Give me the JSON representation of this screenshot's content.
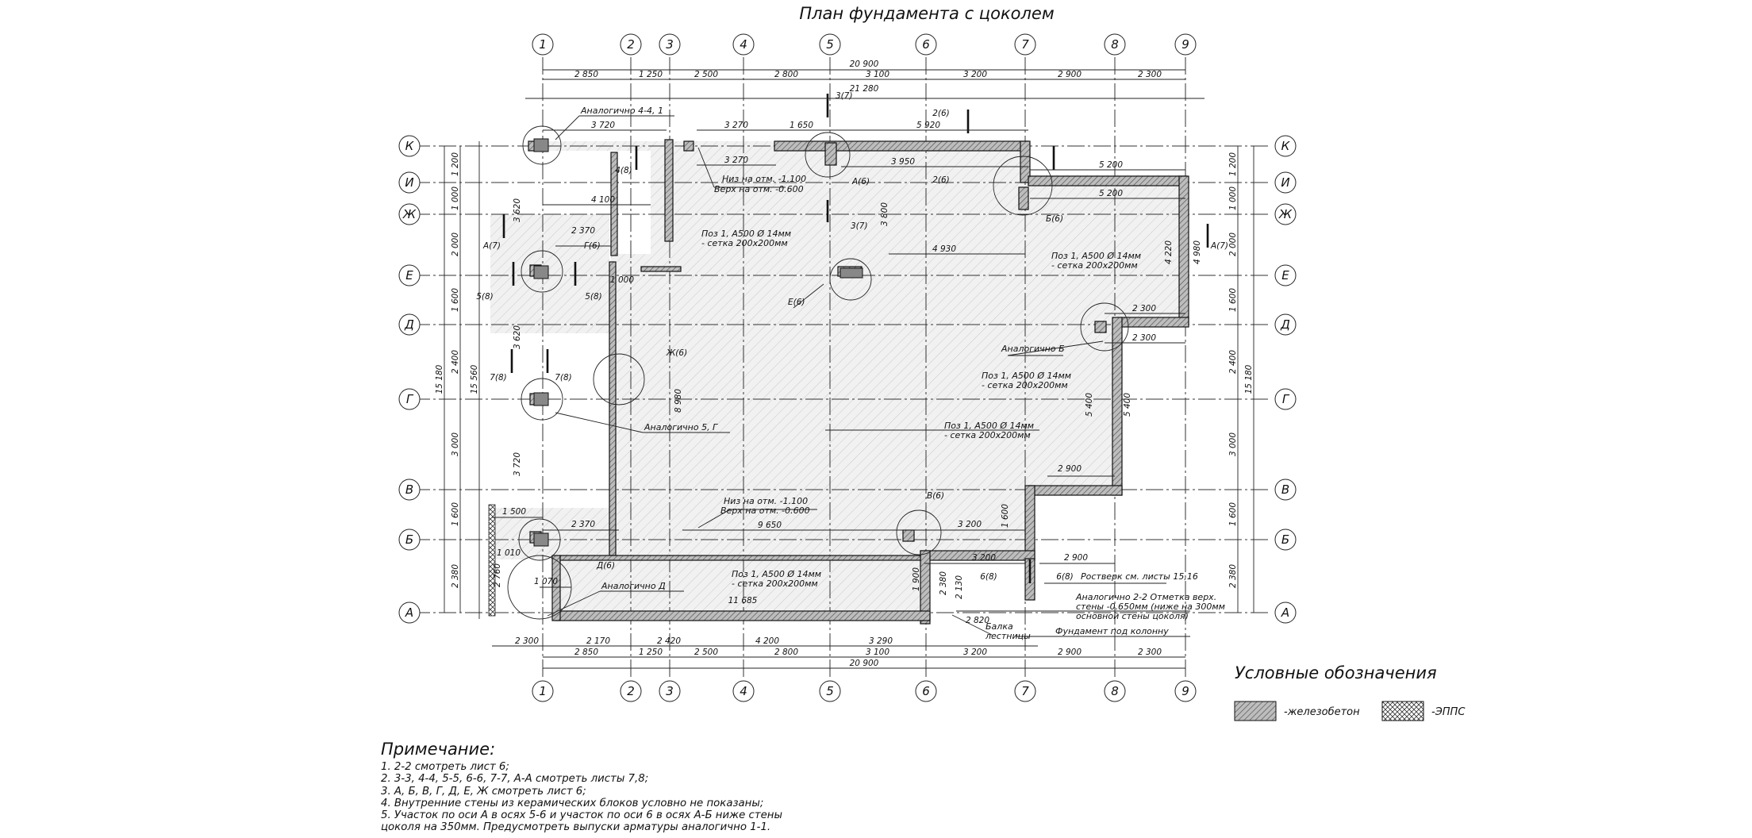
{
  "title": "План фундамента с цоколем",
  "axes_x": [
    "1",
    "2",
    "3",
    "4",
    "5",
    "6",
    "7",
    "8",
    "9"
  ],
  "axes_y": [
    "К",
    "И",
    "Ж",
    "Е",
    "Д",
    "Г",
    "В",
    "Б",
    "А"
  ],
  "dims_top": {
    "overall": "20 900",
    "spans": [
      "2 850",
      "1 250",
      "2 500",
      "2 800",
      "3 100",
      "3 200",
      "2 900",
      "2 300"
    ],
    "inner_overall": "21 280"
  },
  "dims_bottom": {
    "overall": "20 900",
    "spans": [
      "2 850",
      "1 250",
      "2 500",
      "2 800",
      "3 100",
      "3 200",
      "2 900",
      "2 300"
    ],
    "row1": [
      "2 300",
      "2 170",
      "2 420",
      "4 200",
      "3 290",
      "2 820"
    ]
  },
  "dims_left": {
    "spans": [
      "1 200",
      "1 000",
      "2 000",
      "1 600",
      "2 400",
      "3 000",
      "1 600",
      "2 380"
    ],
    "overall": "15 180",
    "overall2": "15 560",
    "inner": [
      "3 620",
      "3 620",
      "3 720",
      "2 760"
    ]
  },
  "dims_right": {
    "spans": [
      "1 200",
      "1 000",
      "2 000",
      "1 600",
      "2 400",
      "3 000",
      "1 600",
      "2 380"
    ],
    "overall": "15 180"
  },
  "inner_dims": [
    "3 720",
    "3 270",
    "3 270",
    "1 650",
    "5 920",
    "3 950",
    "5 200",
    "5 200",
    "4 100",
    "2 370",
    "4 930",
    "3 800",
    "2 300",
    "2 300",
    "2 900",
    "5 400",
    "5 400",
    "8 980",
    "9 650",
    "3 200",
    "3 200",
    "2 900",
    "2 370",
    "1 500",
    "1 070",
    "11 685",
    "1 900",
    "2 380",
    "2 130",
    "1 600",
    "1 010",
    "4 220",
    "4 980",
    "1 000"
  ],
  "tags": {
    "a7": "А(7)",
    "r3": "3(7)",
    "r4": "4(8)",
    "r5": "5(8)",
    "r6": "6(8)",
    "r7": "7(8)",
    "r26": "2(6)",
    "a6": "А(6)",
    "b6": "Б(6)",
    "v6": "В(6)",
    "g6": "Г(6)",
    "d6": "Д(6)",
    "e6": "Е(6)",
    "zh6": "Ж(6)"
  },
  "annotations": {
    "analog44": "Аналогично 4-4, 1",
    "analog5g": "Аналогично 5, Г",
    "analogD": "Аналогично Д",
    "analogB": "Аналогично Б",
    "niz1": "Низ на отм. -1.100",
    "verh1": "Верх на отм. -0.600",
    "niz2": "Низ на отм. -1.100",
    "verh2": "Верх на отм. -0.600",
    "poz_a": "Поз 1, А500 Ø 14мм",
    "setka_a": "- сетка 200х200мм",
    "poz_b": "Поз 1, А500 Ø 14мм",
    "setka_b": "- сетка 200х200мм",
    "poz_c": "Поз 1, А500 Ø 14мм",
    "setka_c": "- сетка 200х200мм",
    "poz_d": "Поз 1, А500 Ø 14мм",
    "setka_d": "- сетка 200х200мм",
    "poz_e": "Поз 1, А500 Ø 14мм",
    "setka_e": "- сетка 200х200мм",
    "rostverk": "Ростверк см. листы 15,16",
    "analog22_1": "Аналогично 2-2 Отметка верх.",
    "analog22_2": "стены -0.650мм (ниже на 300мм",
    "analog22_3": "основной стены цоколя)",
    "fund_kol": "Фундамент под колонну",
    "balka1": "Балка",
    "balka2": "лестницы"
  },
  "legend": {
    "title": "Условные обозначения",
    "items": [
      "-железобетон",
      "-ЭППС"
    ]
  },
  "notes": {
    "title": "Примечание:",
    "lines": [
      "1. 2-2 смотреть лист 6;",
      "2. 3-3, 4-4, 5-5, 6-6, 7-7, А-А смотреть листы 7,8;",
      "3. А, Б, В, Г, Д, Е, Ж смотреть лист 6;",
      "4. Внутренние стены из керамических блоков условно не показаны;",
      "5. Участок по оси А в осях 5-6 и участок по оси 6 в осях А-Б ниже стены",
      "цоколя на 350мм. Предусмотреть выпуски арматуры аналогично 1-1."
    ]
  }
}
